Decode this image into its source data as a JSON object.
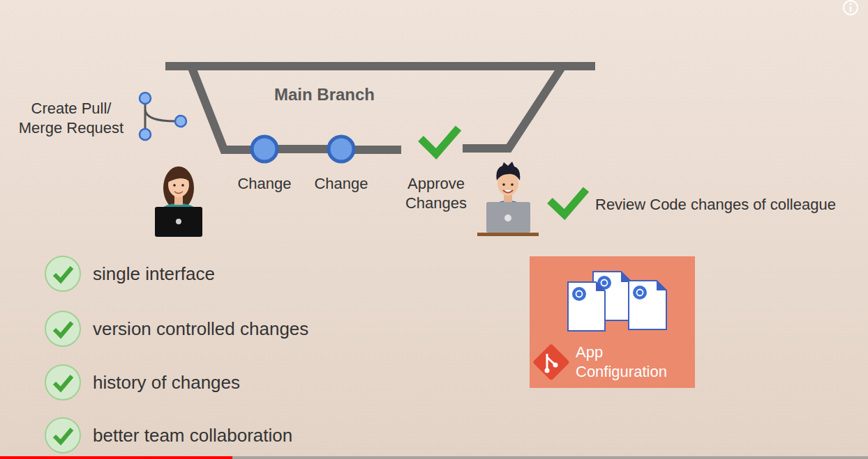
{
  "diagram": {
    "nodes": [
      {
        "text": [
          "Change"
        ]
      },
      {
        "text": [
          "Change"
        ]
      },
      {
        "text": [
          "App Configuration"
        ]
      }
    ],
    "edges": [
      {
        "from": 0,
        "to": 1,
        "arrow": "none"
      }
    ],
    "labels": [
      "Main Branch",
      "Create Pull/ Merge Request",
      "Approve Changes",
      "Review Code changes of colleague",
      "single interface",
      "version controlled changes",
      "history of changes",
      "better team collaboration"
    ]
  }
}
